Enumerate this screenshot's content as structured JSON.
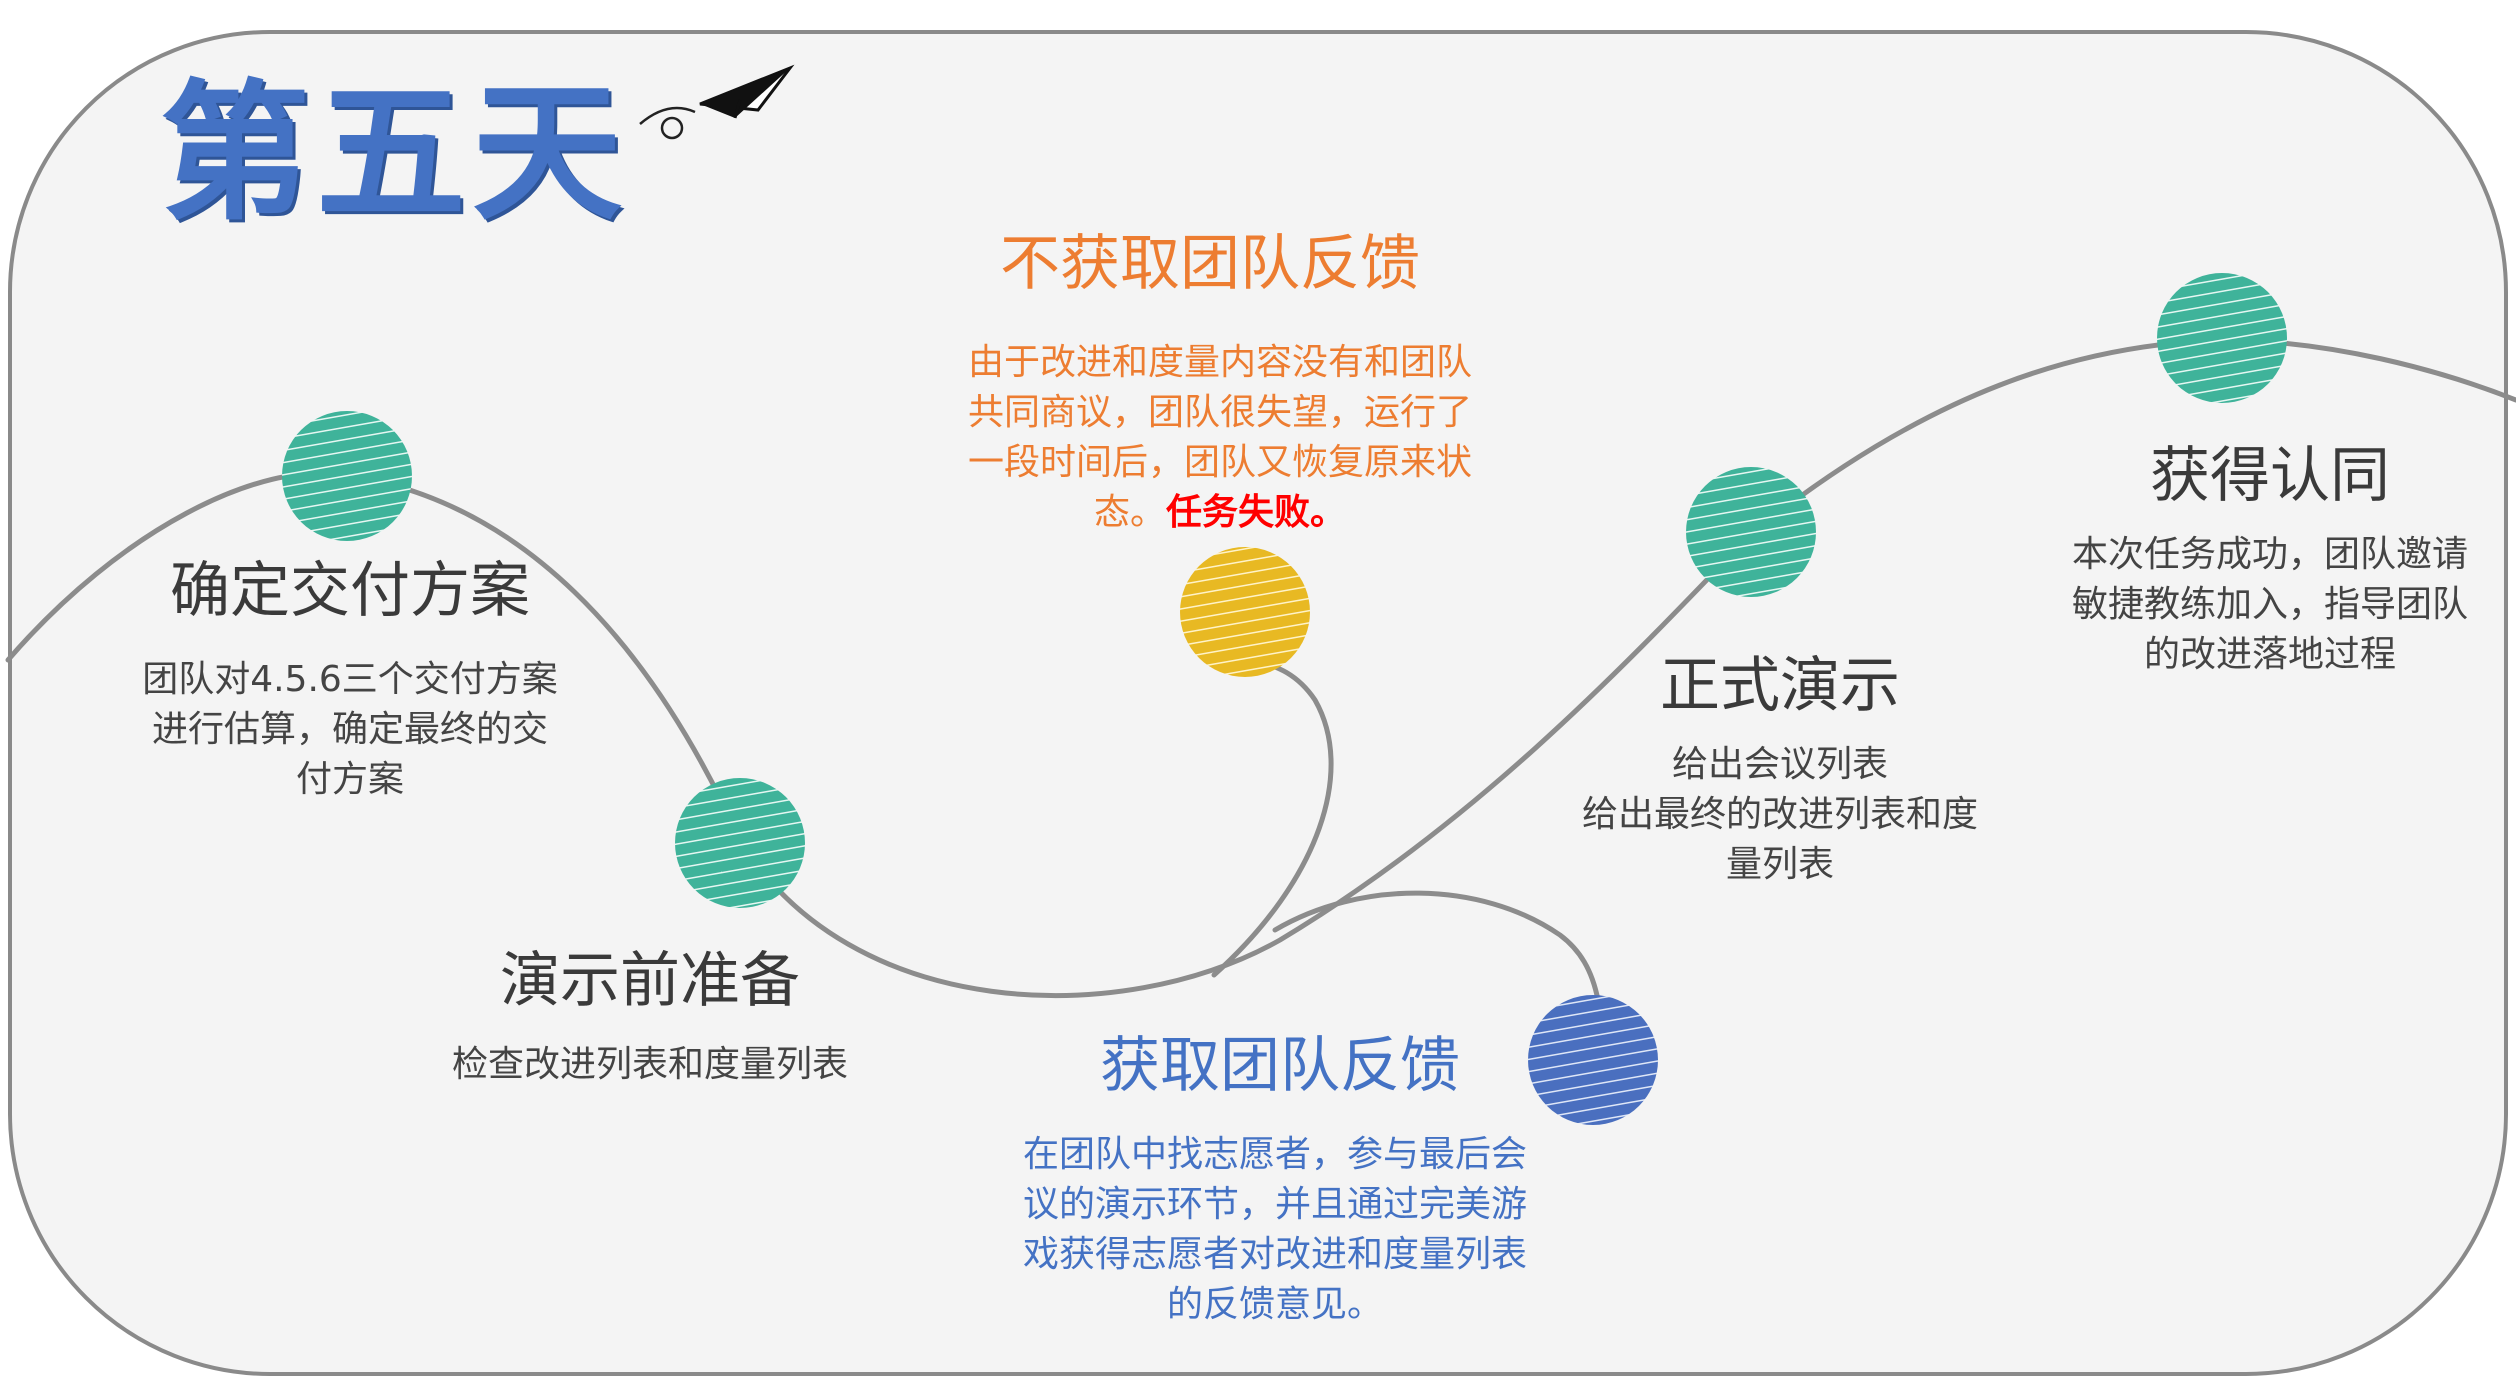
{
  "heading": "第五天",
  "colors": {
    "frame_stroke": "#8a8a8a",
    "frame_fill": "#f4f4f4",
    "curve": "#8c8c8c",
    "teal_node": "#3fb39a",
    "yellow_node": "#e8b923",
    "blue_node": "#4a6fbf",
    "orange_text": "#ed7d31",
    "blue_text": "#4472c4",
    "fail_text": "#ff0000"
  },
  "steps": [
    {
      "title": "确定交付方案",
      "desc": "团队对4.5.6三个交付方案\n进行估算，确定最终的交\n付方案",
      "node": "teal"
    },
    {
      "title": "演示前准备",
      "desc": "检查改进列表和度量列表",
      "node": "teal"
    },
    {
      "title": "不获取团队反馈",
      "desc": "由于改进和度量内容没有和团队\n共同商议，团队很失望，运行了\n一段时间后，团队又恢复原来状\n态。",
      "fail": "任务失败。",
      "node": "yellow"
    },
    {
      "title": "获取团队反馈",
      "desc": "在团队中找志愿者，参与最后会\n议的演示环节，并且通过完美游\n戏获得志愿者对改进和度量列表\n的反馈意见。",
      "node": "blue"
    },
    {
      "title": "正式演示",
      "desc": "给出会议列表\n给出最终的改进列表和度\n量列表",
      "node": "teal"
    },
    {
      "title": "获得认同",
      "desc": "本次任务成功，团队邀请\n敏捷教练加入，指导团队\n的改进落地过程",
      "node": "teal"
    }
  ]
}
